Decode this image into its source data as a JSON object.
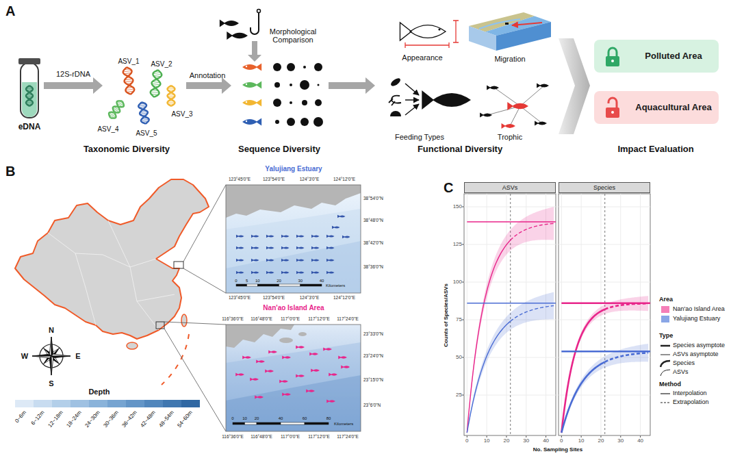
{
  "diagram": {
    "nodes": [
      {
        "text": [
          "Polluted Area"
        ]
      },
      {
        "text": [
          "Aquacultural Area"
        ]
      },
      {
        "text": [
          "Yalujiang Estuary"
        ]
      },
      {
        "text": [
          "Nan'ao Island Area"
        ]
      },
      {
        "text": [
          "ASVs"
        ]
      },
      {
        "text": [
          "Species"
        ]
      }
    ],
    "labels": [
      "A",
      "eDNA",
      "12S-rDNA",
      "ASV_1",
      "ASV_2",
      "ASV_3",
      "ASV_4",
      "ASV_5",
      "Annotation",
      "Morphological Comparison",
      "Taxonomic Diversity",
      "Sequence Diversity",
      "Appearance",
      "Migration",
      "Feeding Types",
      "Trophic",
      "Functional Diversity",
      "Impact Evaluation",
      "B",
      "Depth",
      "N",
      "W",
      "E",
      "S",
      "123°45'0\"E",
      "123°54'0\"E",
      "124°3'0\"E",
      "124°12'0\"E",
      "38°54'0\"N",
      "38°48'0\"N",
      "38°42'0\"N",
      "38°36'0\"N",
      "123°45'0\"E",
      "123°54'0\"E",
      "124°3'0\"E",
      "124°12'0\"E",
      "0",
      "5",
      "10",
      "20",
      "30",
      "40",
      "Kilometers",
      "116°36'0\"E",
      "116°48'0\"E",
      "117°0'0\"E",
      "117°12'0\"E",
      "117°24'0\"E",
      "23°33'0\"N",
      "23°24'0\"N",
      "23°15'0\"N",
      "23°6'0\"N",
      "116°36'0\"E",
      "116°48'0\"E",
      "117°0'0\"E",
      "117°12'0\"E",
      "117°24'0\"E",
      "0",
      "10",
      "20",
      "40",
      "60",
      "80",
      "Kilometers",
      "C",
      "Counts of Species/ASVs",
      "25",
      "50",
      "75",
      "100",
      "125",
      "150",
      "0",
      "10",
      "20",
      "30",
      "40",
      "0",
      "10",
      "20",
      "30",
      "40",
      "No. Sampling Sites",
      "Area",
      "Type",
      "Method"
    ],
    "legend": [
      {
        "text": "0~6m",
        "color": "#dde9f6"
      },
      {
        "text": "6~12m",
        "color": "#c8dcf0"
      },
      {
        "text": "12~18m",
        "color": "#b3cfe9"
      },
      {
        "text": "18~24m",
        "color": "#9fc1e2"
      },
      {
        "text": "24~30m",
        "color": "#8ab3da"
      },
      {
        "text": "30~36m",
        "color": "#76a4d1"
      },
      {
        "text": "36~42m",
        "color": "#6395c7"
      },
      {
        "text": "42~48m",
        "color": "#5186bc"
      },
      {
        "text": "48~54m",
        "color": "#4077b0"
      },
      {
        "text": "54~60m",
        "color": "#3068a3"
      },
      {
        "text": "Nan'ao Island Area",
        "color": "#f57fb8"
      },
      {
        "text": "Yalujiang Estuary",
        "color": "#8aa6e6"
      },
      {
        "text": "Species asymptote"
      },
      {
        "text": "ASVs asymptote"
      },
      {
        "text": "Species"
      },
      {
        "text": "ASVs"
      },
      {
        "text": "Interpolation"
      },
      {
        "text": "Extrapolation"
      }
    ]
  }
}
